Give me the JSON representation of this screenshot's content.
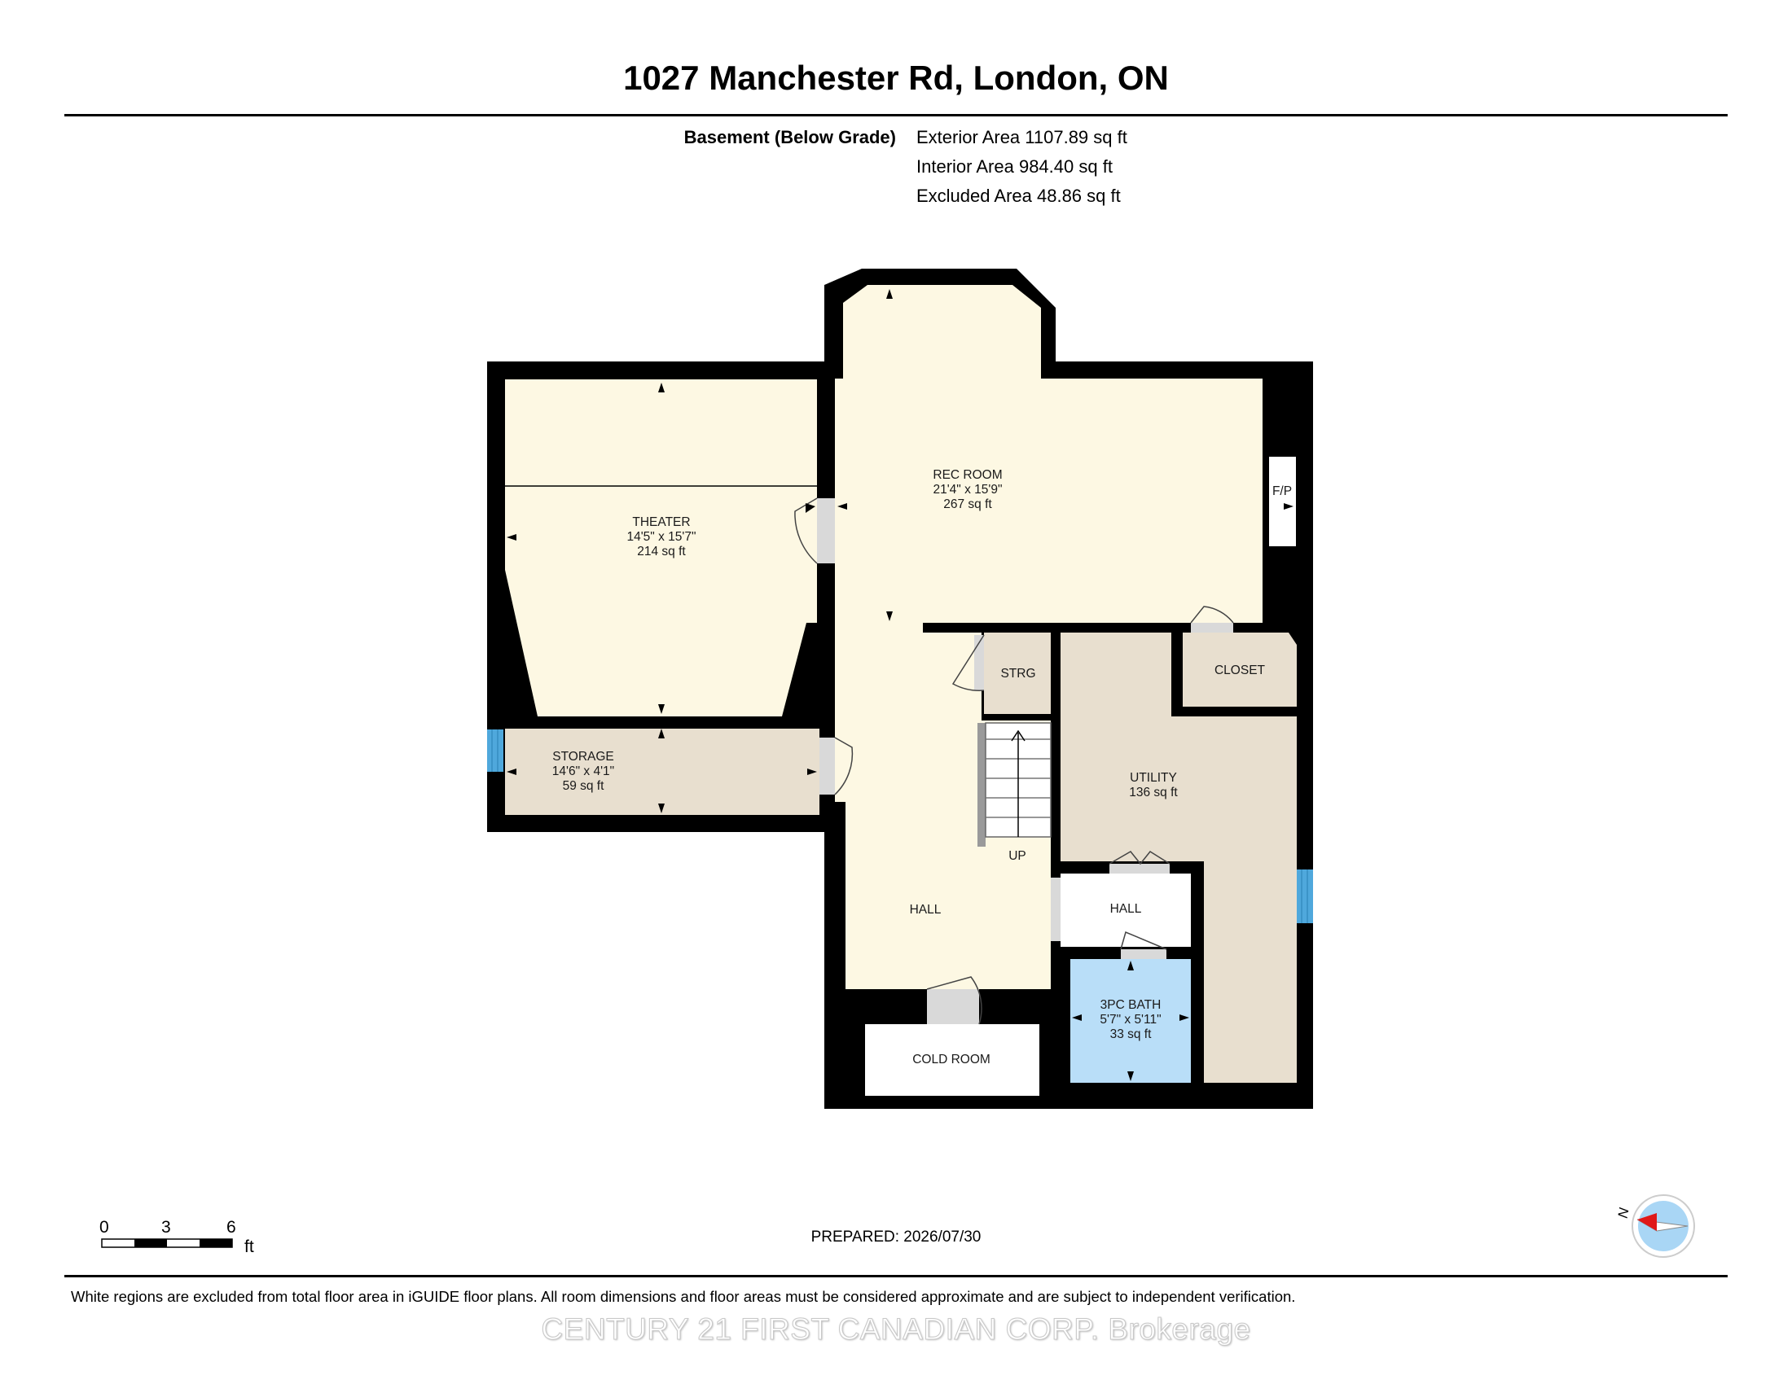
{
  "title": "1027 Manchester Rd, London, ON",
  "level": "Basement (Below Grade)",
  "areas": {
    "exterior": "Exterior Area 1107.89 sq ft",
    "interior": "Interior Area 984.40 sq ft",
    "excluded": "Excluded Area 48.86 sq ft"
  },
  "rooms": {
    "rec_room": {
      "name": "REC ROOM",
      "dims": "21'4\" x 15'9\"",
      "area": "267 sq ft"
    },
    "theater": {
      "name": "THEATER",
      "dims": "14'5\" x 15'7\"",
      "area": "214 sq ft"
    },
    "storage": {
      "name": "STORAGE",
      "dims": "14'6\" x 4'1\"",
      "area": "59 sq ft"
    },
    "utility": {
      "name": "UTILITY",
      "area": "136 sq ft"
    },
    "bath": {
      "name": "3PC BATH",
      "dims": "5'7\" x 5'11\"",
      "area": "33 sq ft"
    },
    "strg": "STRG",
    "closet": "CLOSET",
    "fp": "F/P",
    "up": "UP",
    "hall_main": "HALL",
    "hall_small": "HALL",
    "cold_room": "COLD ROOM"
  },
  "colors": {
    "wall": "#000000",
    "living": "#fdf8e3",
    "service": "#e8dfcf",
    "bath": "#b9def8",
    "window": "#4fa8dc",
    "door": "#d9d9d9"
  },
  "scale": {
    "ticks": [
      "0",
      "3",
      "6"
    ],
    "unit": "ft"
  },
  "compass_label": "N",
  "prepared": "PREPARED: 2026/07/30",
  "footer_note": "White regions are excluded from total floor area in iGUIDE floor plans. All room dimensions and floor areas must be considered approximate and are subject to independent verification.",
  "brokerage": "CENTURY 21 FIRST CANADIAN CORP. Brokerage"
}
